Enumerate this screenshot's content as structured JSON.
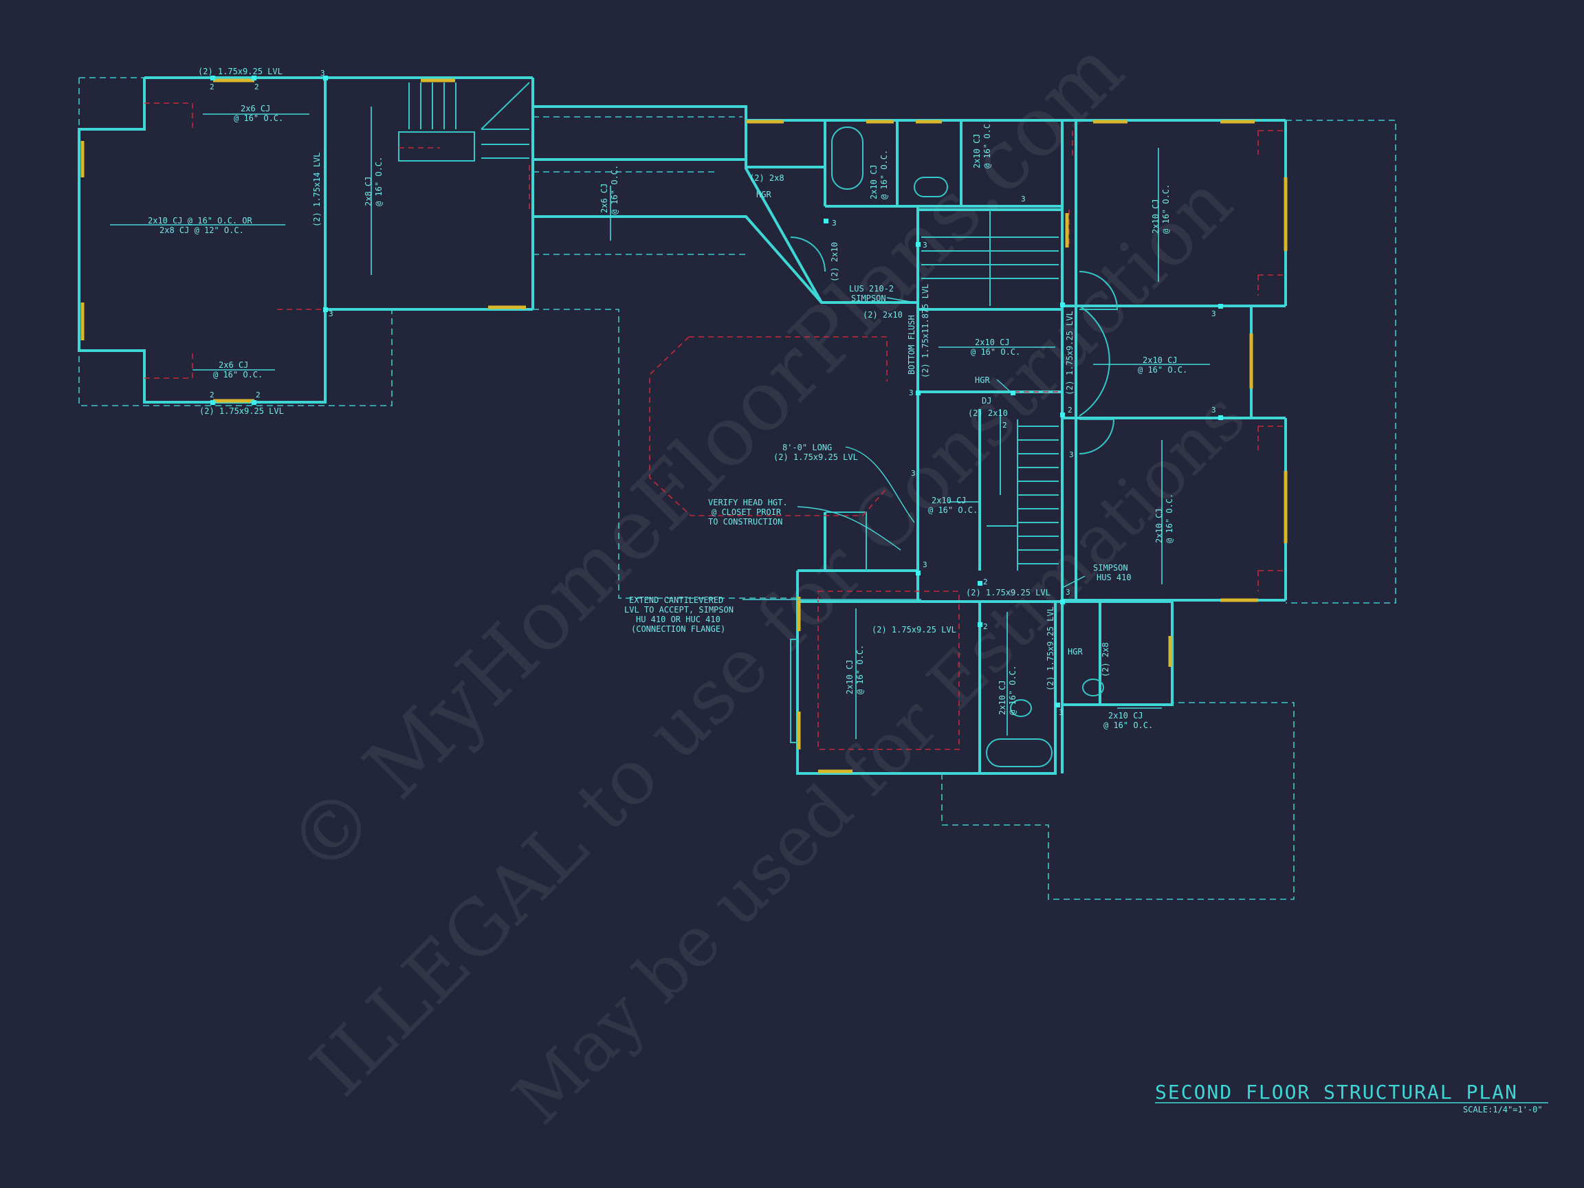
{
  "title": "SECOND FLOOR STRUCTURAL PLAN",
  "scale": "SCALE:1/4\"=1'-0\"",
  "watermark": {
    "line1": "© MyHomeFloorPlans.com",
    "line2": "ILLEGAL to use for Construction",
    "line3": "May be used for Estimations"
  },
  "colors": {
    "background": "#23263a",
    "walls": "#3fd6d6",
    "hidden_beams": "#c8283a",
    "windows": "#d8b72a"
  },
  "labels": {
    "lvl_top": "(2) 1.75x9.25 LVL",
    "lvl_bottom": "(2) 1.75x9.25 LVL",
    "cj_top": "2x6 CJ",
    "cj_top_spacing": "@ 16\" O.C.",
    "cj_main_1": "2x10 CJ @ 16\" O.C. OR",
    "cj_main_2": "2x8 CJ @ 12\" O.C.",
    "cj_bottom": "2x6 CJ",
    "cj_bottom_spacing": "@ 16\" O.C.",
    "lvl_vertical_1": "(2) 1.75x14 LVL",
    "cj_2x8": "2x8 CJ",
    "cj_2x8_spacing": "@ 16\" O.C.",
    "cj_2x6_mid": "2x6 CJ",
    "cj_2x6_mid_spacing": "@ 16\" O.C.",
    "two_2x8": "(2) 2x8",
    "hgr_1": "HGR",
    "two_2x10_a": "(2) 2x10",
    "lus_1": "LUS 210-2",
    "lus_2": "SIMPSON",
    "two_2x10_b": "(2) 2x10",
    "cj_2x10_vert_a": "2x10 CJ",
    "cj_2x10_vert_a_spacing": "@ 16\" O.C.",
    "cj_2x10_vert_b": "2x10 CJ",
    "cj_2x10_vert_b_spacing": "@ 16\" O.C.",
    "cj_2x10_vert_c": "2x10 CJ",
    "cj_2x10_vert_c_spacing": "@ 16\" O.C.",
    "bottom_flush": "BOTTOM FLUSH",
    "lvl_vertical_2": "(2) 1.75x11.875 LVL",
    "cj_2x10_hall": "2x10 CJ",
    "cj_2x10_hall_spacing": "@ 16\" O.C.",
    "lvl_vertical_3": "(2) 1.75x9.25 LVL",
    "cj_2x10_right": "2x10 CJ",
    "cj_2x10_right_spacing": "@ 16\" O.C.",
    "hgr_2": "HGR",
    "two_2x10_c": "(2) 2x10",
    "dj": "DJ",
    "long_1": "8'-0\" LONG",
    "long_2": "(2) 1.75x9.25 LVL",
    "verify_1": "VERIFY HEAD HGT.",
    "verify_2": "@ CLOSET PROIR",
    "verify_3": "TO CONSTRUCTION",
    "cj_2x10_stair": "2x10 CJ",
    "cj_2x10_stair_spacing": "@ 16\" O.C.",
    "cj_2x10_br_a": "2x10 CJ",
    "cj_2x10_br_a_spacing": "@ 16\" O.C.",
    "simpson_hus_1": "SIMPSON",
    "simpson_hus_2": "HUS 410",
    "lvl_bath": "(2) 1.75x9.25 LVL",
    "extend_1": "EXTEND CANTILEVERED",
    "extend_2": "LVL TO ACCEPT, SIMPSON",
    "extend_3": "HU 410 OR HUC 410",
    "extend_4": "(CONNECTION FLANGE)",
    "lvl_lower": "(2) 1.75x9.25 LVL",
    "cj_2x10_lower": "2x10 CJ",
    "cj_2x10_lower_spacing": "@ 16\" O.C.",
    "cj_2x10_bath": "2x10 CJ",
    "cj_2x10_bath_spacing": "@ 16\" O.C.",
    "hgr_3": "HGR",
    "two_2x8_b": "(2) 2x8",
    "lvl_small": "(2) 1.75x9.25 LVL",
    "cj_2x10_closet": "2x10 CJ",
    "cj_2x10_closet_spacing": "@ 16\" O.C.",
    "n2": "2",
    "n3": "3"
  }
}
